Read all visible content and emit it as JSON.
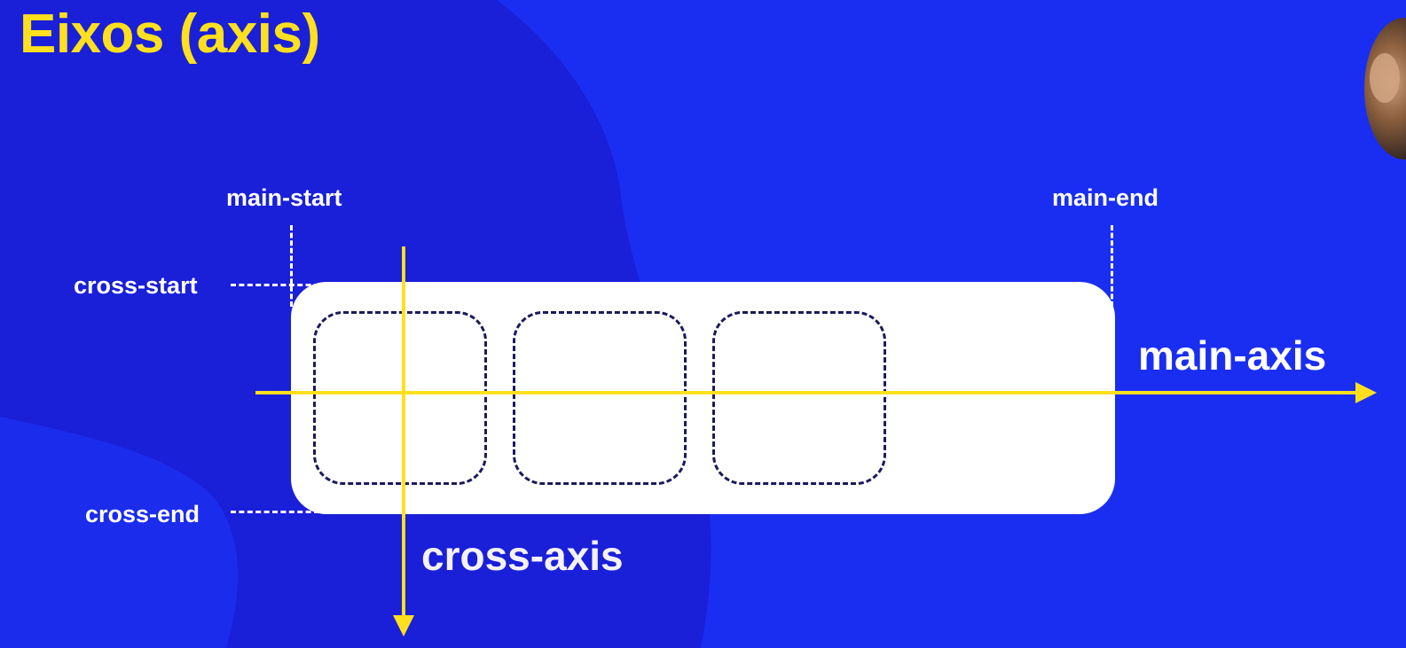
{
  "slide": {
    "title": "Eixos (axis)"
  },
  "labels": {
    "main_start": "main-start",
    "main_end": "main-end",
    "cross_start": "cross-start",
    "cross_end": "cross-end",
    "main_axis": "main-axis",
    "cross_axis": "cross-axis"
  },
  "items": [
    "",
    "",
    ""
  ],
  "colors": {
    "background": "#1a2ef2",
    "background_shape": "#1a1fd8",
    "title": "#ffe01e",
    "axis": "#ffe01e",
    "label": "#ffffff",
    "container": "#ffffff",
    "item_border": "#1b1a5c"
  },
  "presenter": {
    "icon": "presenter-webcam-avatar"
  }
}
